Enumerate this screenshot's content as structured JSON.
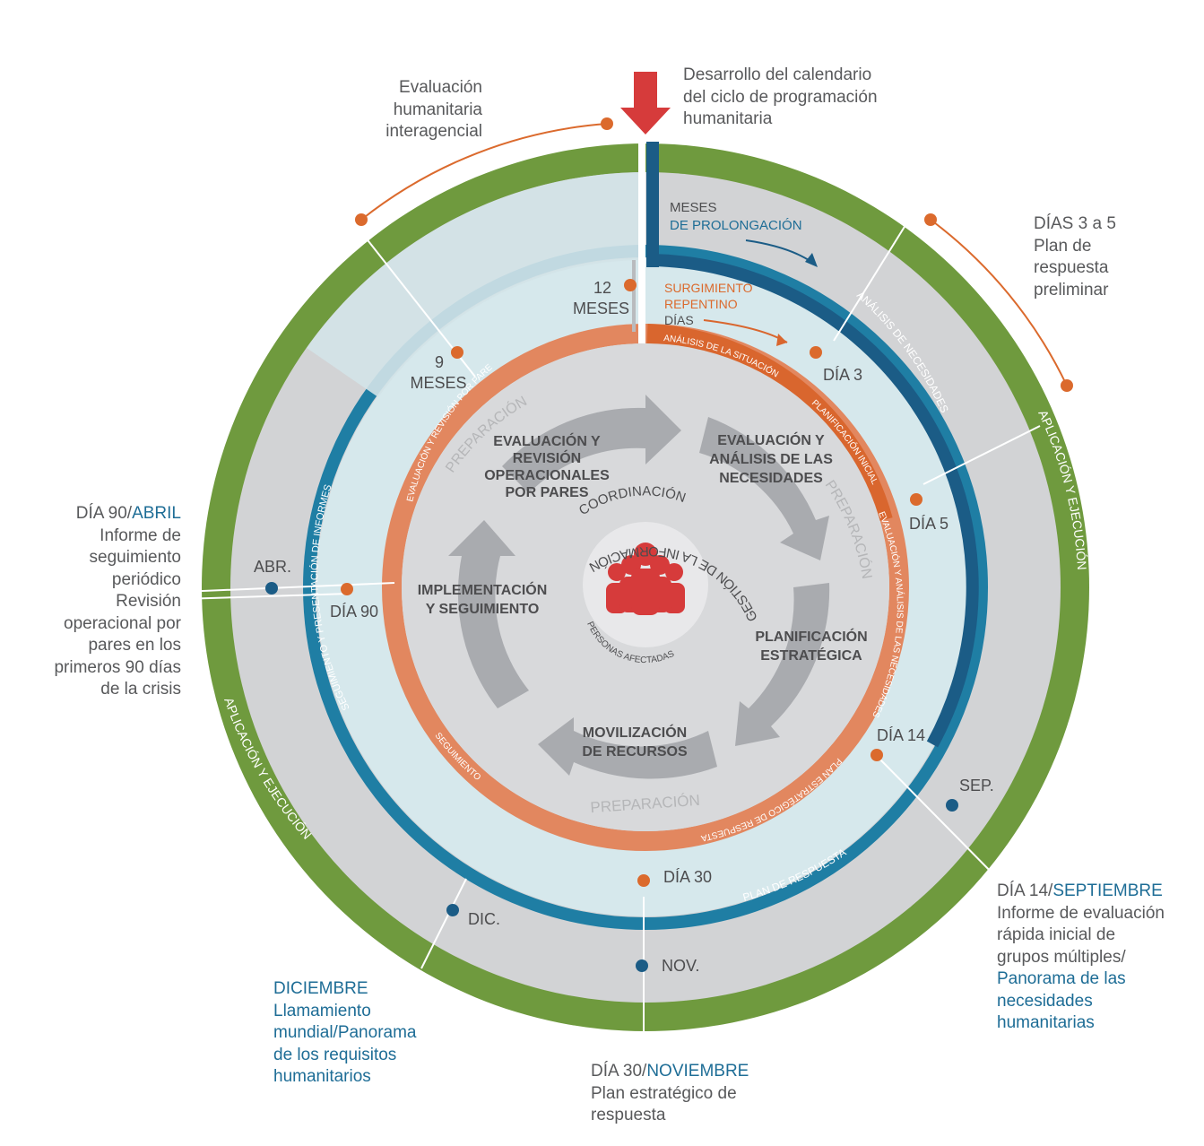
{
  "colors": {
    "green_ring": "#6f9a3e",
    "outer_grey": "#d2d3d5",
    "blue_ring": "#1f7ea4",
    "dark_blue": "#1b5c86",
    "light_band": "#d6e8ec",
    "orange_ring": "#e2875f",
    "orange_dark": "#d9662e",
    "dot_orange": "#db6a2d",
    "dot_blue": "#1b5c86",
    "inner_disc": "#d8d9db",
    "arrow_grey": "#a9abaf",
    "people_red": "#d63b3b",
    "accent_blue_text": "#1e6d96"
  },
  "icons": {
    "top_arrow": "red-down-arrow-icon",
    "center": "people-group-icon"
  },
  "top": {
    "calendar": [
      "Desarrollo del calendario",
      "del ciclo de programación",
      "humanitaria"
    ],
    "evaluation": [
      "Evaluación",
      "humanitaria",
      "interagencial"
    ]
  },
  "rings": {
    "outer_label_right": "APLICACIÓN Y EJECUCIÓN",
    "outer_label_left": "APLICACIÓN Y EJECUCIÓN",
    "blue_analysis": "ANÁLISIS DE NECESIDADES",
    "blue_plan": "PLAN DE RESPUESTA",
    "blue_monitoring": "SEGUIMIENTO Y PRESENTACIÓN DE INFORMES",
    "orange_situation": "ANÁLISIS DE LA SITUACIÓN",
    "orange_initial_plan": "PLANIFICACIÓN INICIAL",
    "orange_eval_analysis": "EVALUACIÓN Y ANÁLISIS DE LAS NECESIDADES",
    "orange_strategic_plan": "PLAN ESTRATÉGICO DE RESPUESTA",
    "orange_monitoring": "SEGUIMIENTO",
    "orange_peer_review": "EVALUACIÓN Y REVISIÓN POR PARES",
    "prep_left": "PREPARACIÓN",
    "prep_right": "PREPARACIÓN",
    "prep_bottom": "PREPARACIÓN"
  },
  "timeline": {
    "protracted_1": "MESES",
    "protracted_2": "DE PROLONGACIÓN",
    "sudden_1": "SURGIMIENTO",
    "sudden_2": "REPENTINO",
    "sudden_3": "DÍAS",
    "months_12_a": "12",
    "months_12_b": "MESES",
    "months_9_a": "9",
    "months_9_b": "MESES",
    "day3": "DÍA 3",
    "day5": "DÍA 5",
    "day14": "DÍA 14",
    "day30": "DÍA 30",
    "day90": "DÍA 90",
    "sep": "SEP.",
    "nov": "NOV.",
    "dic": "DIC.",
    "abr": "ABR."
  },
  "cycle": {
    "assessment": [
      "EVALUACIÓN Y",
      "ANÁLISIS DE LAS",
      "NECESIDADES"
    ],
    "planning": [
      "PLANIFICACIÓN",
      "ESTRATÉGICA"
    ],
    "mobilization": [
      "MOVILIZACIÓN",
      "DE RECURSOS"
    ],
    "implementation": [
      "IMPLEMENTACIÓN",
      "Y SEGUIMIENTO"
    ],
    "review": [
      "EVALUACIÓN Y",
      "REVISIÓN",
      "OPERACIONALES",
      "POR PARES"
    ],
    "coordination": "COORDINACIÓN",
    "information": "GESTIÓN DE LA INFORMACIÓN",
    "center": "PERSONAS AFECTADAS"
  },
  "callouts": {
    "days_3_5": [
      "DÍAS 3 a 5",
      "Plan de",
      "respuesta",
      "preliminar"
    ],
    "day14_head": "DÍA 14/",
    "day14_month": "SEPTIEMBRE",
    "day14_body": [
      "Informe de evaluación",
      "rápida inicial de",
      "grupos múltiples/"
    ],
    "day14_blue": [
      "Panorama de las",
      "necesidades",
      "humanitarias"
    ],
    "day30_head": "DÍA 30/",
    "day30_month": "NOVIEMBRE",
    "day30_body": [
      "Plan estratégico de",
      "respuesta"
    ],
    "december": [
      "DICIEMBRE",
      "Llamamiento",
      "mundial/Panorama",
      "de los requisitos",
      "humanitarios"
    ],
    "day90_head": "DÍA 90/",
    "day90_month": "ABRIL",
    "day90_body": [
      "Informe de",
      "seguimiento",
      "periódico",
      "Revisión",
      "operacional por",
      "pares en los",
      "primeros 90 días",
      "de la crisis"
    ]
  }
}
